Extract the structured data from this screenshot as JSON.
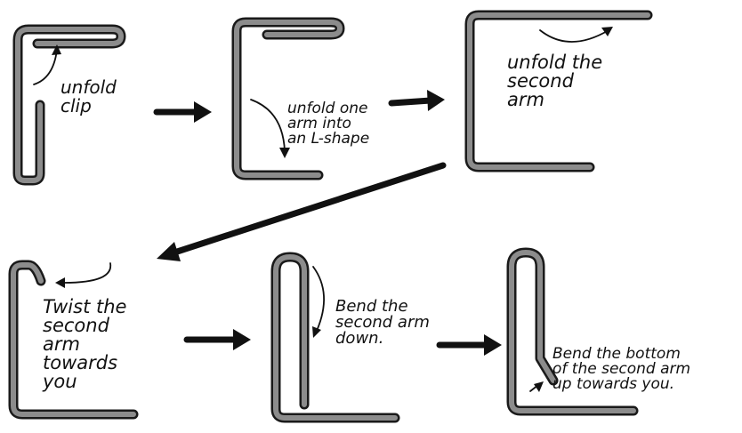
{
  "steps": [
    {
      "id": "step-1",
      "caption": "unfold\nclip"
    },
    {
      "id": "step-2",
      "caption": "unfold one\narm into\nan L-shape"
    },
    {
      "id": "step-3",
      "caption": "unfold the\nsecond\narm"
    },
    {
      "id": "step-4",
      "caption": "Twist the\nsecond\narm\ntowards\nyou"
    },
    {
      "id": "step-5",
      "caption": "Bend the\nsecond arm\ndown."
    },
    {
      "id": "step-6",
      "caption": "Bend the bottom\nof the second arm\nup towards you."
    }
  ],
  "colors": {
    "wire": "#8c8c8c",
    "outline": "#1a1a1a",
    "ink": "#111111",
    "background": "#ffffff"
  }
}
